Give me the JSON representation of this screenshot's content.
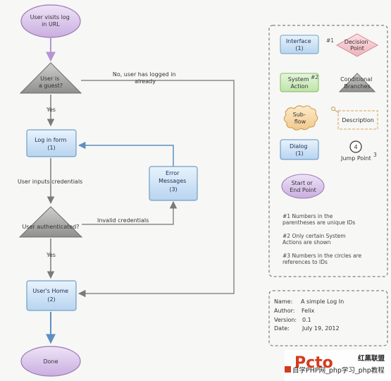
{
  "flow": {
    "start": "User visits log in URL",
    "guest_decision": [
      "User is",
      "a guest?"
    ],
    "no_logged_in": [
      "No, user has logged in",
      "already"
    ],
    "yes1": "Yes",
    "login_form": [
      "Log in form",
      "(1)"
    ],
    "inputs_credentials": "User inputs credentials",
    "error_messages": [
      "Error",
      "Messages",
      "(3)"
    ],
    "auth_decision": "User authenticated?",
    "invalid_credentials": "Invalid credentials",
    "yes2": "Yes",
    "users_home": [
      "User's Home",
      "(2)"
    ],
    "done": "Done"
  },
  "legend": {
    "interface": [
      "Interface",
      "(1)"
    ],
    "interface_note": "#1",
    "decision": [
      "Decision",
      "Point"
    ],
    "system_action": [
      "System",
      "Action"
    ],
    "system_action_note": "#2",
    "conditional": [
      "Conditional",
      "Branches"
    ],
    "subflow": [
      "Sub-",
      "flow"
    ],
    "description": "Description",
    "dialog": [
      "Dialog",
      "(1)"
    ],
    "jump_number": "4",
    "jump_label": "Jump Point",
    "jump_note": "3",
    "start_end": [
      "Start or",
      "End Point"
    ],
    "notes": [
      [
        "#1 Numbers in the",
        "parentheses are unique IDs"
      ],
      [
        "#2 Only certain System",
        "Actions are shown"
      ],
      [
        "#3 Numbers in the circles are",
        "references to IDs"
      ]
    ]
  },
  "meta": {
    "name_label": "Name:",
    "name_value": "A simple Log In",
    "author_label": "Author:",
    "author_value": "Felix",
    "version_label": "Version:",
    "version_value": "0.1",
    "date_label": "Date:",
    "date_value": "July 19, 2012"
  },
  "watermark": {
    "logo_text": "Pcto",
    "brand_cn": "红黑联盟",
    "banner": "自学PHP网_php学习_php教程"
  },
  "colors": {
    "purple_fill": "#dcc4ea",
    "purple_stroke": "#9a78b4",
    "blue_fill": "#cfe4f6",
    "blue_stroke": "#6f9fc6",
    "gray_fill": "#a9aaa8",
    "arrow": "#777777",
    "blue_arrow": "#5d8fc2",
    "purple_arrow": "#b594d2"
  }
}
